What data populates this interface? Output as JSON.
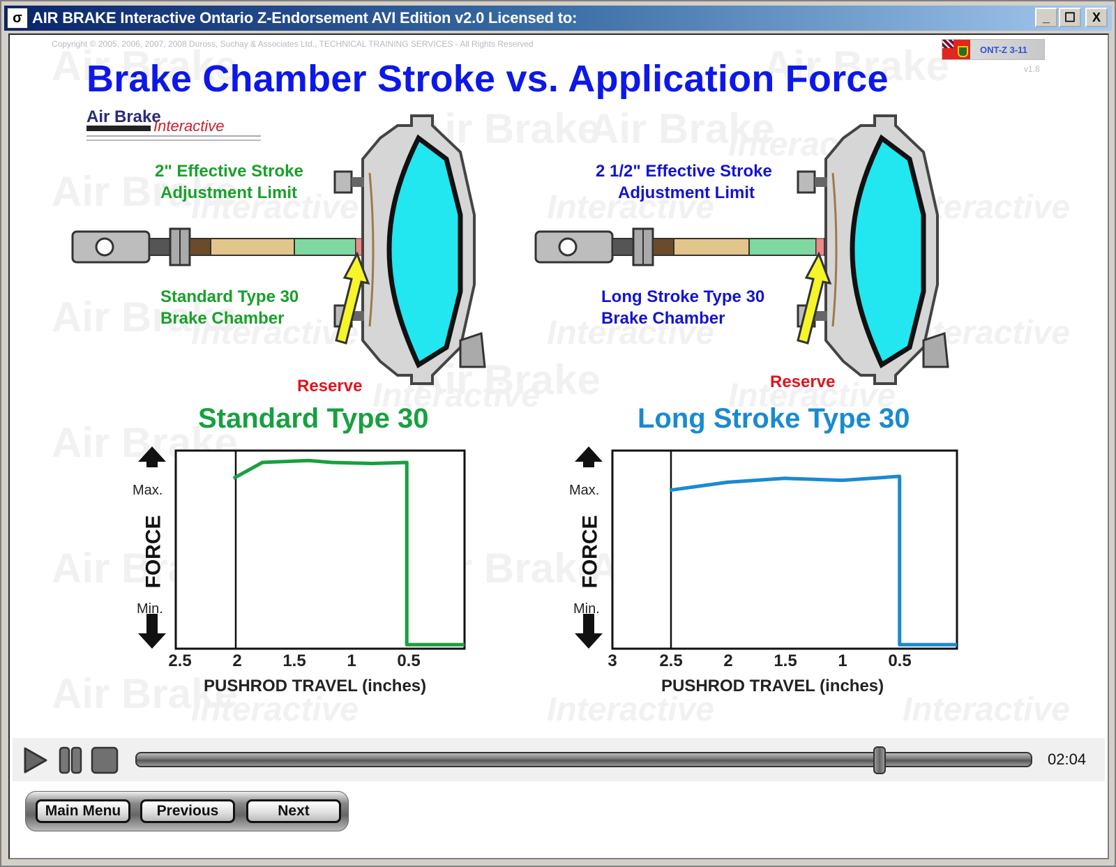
{
  "window": {
    "title": "AIR BRAKE Interactive Ontario Z-Endorsement AVI Edition v2.0  Licensed to:",
    "app_icon": "horn-icon",
    "buttons": {
      "minimize": "_",
      "maximize": "☐",
      "close": "X"
    }
  },
  "slide": {
    "copyright": "Copyright © 2005, 2006, 2007, 2008  Duross, Suchay & Associates Ltd., TECHNICAL TRAINING SERVICES - All Rights Reserved",
    "badge": {
      "code": "ONT-Z 3-11",
      "version": "v1.8",
      "flag_icon": "ontario-flag-icon"
    },
    "title": "Brake Chamber Stroke vs. Application Force",
    "logo": {
      "line1": "Air Brake",
      "line2": "Interactive"
    },
    "watermark_text": [
      "Air Brake",
      "Interactive"
    ],
    "left_diagram": {
      "limit_line1": "2\" Effective Stroke",
      "limit_line2": "Adjustment Limit",
      "type_line1": "Standard Type 30",
      "type_line2": "Brake Chamber",
      "reserve": "Reserve"
    },
    "right_diagram": {
      "limit_line1": "2 1/2\" Effective Stroke",
      "limit_line2": "Adjustment Limit",
      "type_line1": "Long Stroke Type 30",
      "type_line2": "Brake Chamber",
      "reserve": "Reserve"
    },
    "colors": {
      "title": "#0d18e8",
      "standard": "#18a040",
      "long_stroke": "#1a8ad0",
      "reserve": "#e0141e",
      "chamber_fill": "#22e6f0"
    }
  },
  "chart_data": [
    {
      "type": "line",
      "title": "Standard Type 30",
      "xlabel": "PUSHROD TRAVEL (inches)",
      "ylabel": "FORCE",
      "y_ticks": [
        "Max.",
        "Min."
      ],
      "x_ticks": [
        "2.5",
        "2",
        "1.5",
        "1",
        "0.5"
      ],
      "xlim": [
        2.5,
        0
      ],
      "ylim": [
        0,
        1
      ],
      "grid": false,
      "reference_line_x": 2,
      "series": [
        {
          "name": "Force",
          "color": "#18a040",
          "x": [
            2.0,
            1.75,
            1.35,
            1.15,
            0.8,
            0.5,
            0.5,
            0.0
          ],
          "y": [
            0.86,
            0.94,
            0.95,
            0.94,
            0.935,
            0.94,
            0.02,
            0.02
          ]
        }
      ]
    },
    {
      "type": "line",
      "title": "Long Stroke Type 30",
      "xlabel": "PUSHROD TRAVEL (inches)",
      "ylabel": "FORCE",
      "y_ticks": [
        "Max.",
        "Min."
      ],
      "x_ticks": [
        "3",
        "2.5",
        "2",
        "1.5",
        "1",
        "0.5"
      ],
      "xlim": [
        3,
        0
      ],
      "ylim": [
        0,
        1
      ],
      "grid": false,
      "reference_line_x": 2.5,
      "series": [
        {
          "name": "Force",
          "color": "#1a8ad0",
          "x": [
            2.5,
            2.0,
            1.5,
            1.0,
            0.5,
            0.5,
            0.0
          ],
          "y": [
            0.8,
            0.84,
            0.86,
            0.85,
            0.87,
            0.02,
            0.02
          ]
        }
      ]
    }
  ],
  "player": {
    "play_icon": "play-icon",
    "pause_icon": "pause-icon",
    "stop_icon": "stop-icon",
    "time": "02:04",
    "progress_percent": 84
  },
  "nav": {
    "main_menu": "Main Menu",
    "previous": "Previous",
    "next": "Next"
  }
}
